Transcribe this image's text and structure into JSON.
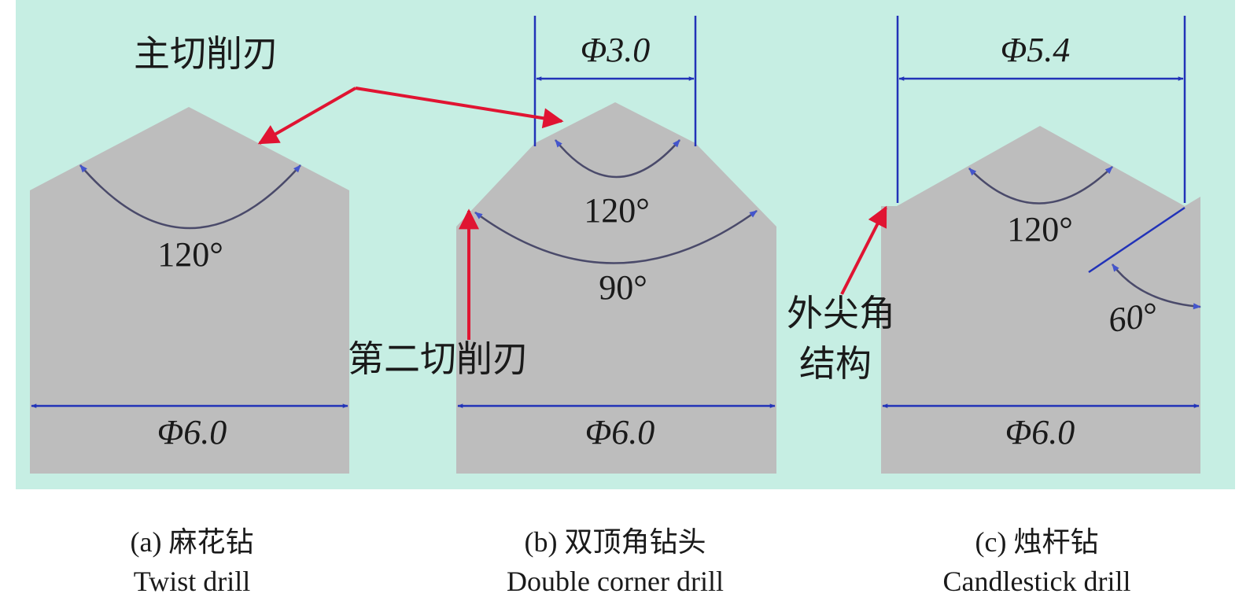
{
  "colors": {
    "background": "#c6eee3",
    "drill_body": "#bdbdbd",
    "dimension_line": "#2233b8",
    "arc": "#4a4a6a",
    "pointer_arrow": "#e01432",
    "text": "#1a1a1a"
  },
  "labels": {
    "main_cutting_edge": "主切削刃",
    "second_cutting_edge": "第二切削刃",
    "outer_corner_line1": "外尖角",
    "outer_corner_line2": "结构"
  },
  "panels": {
    "a": {
      "diameter": "Φ6.0",
      "angle": "120°",
      "caption_cn": "(a) 麻花钻",
      "caption_en": "Twist drill"
    },
    "b": {
      "top_diameter": "Φ3.0",
      "diameter": "Φ6.0",
      "angle_inner": "120°",
      "angle_outer": "90°",
      "caption_cn": "(b) 双顶角钻头",
      "caption_en": "Double corner drill"
    },
    "c": {
      "top_diameter": "Φ5.4",
      "diameter": "Φ6.0",
      "angle": "120°",
      "side_angle": "60°",
      "caption_cn": "(c) 烛杆钻",
      "caption_en": "Candlestick drill"
    }
  }
}
